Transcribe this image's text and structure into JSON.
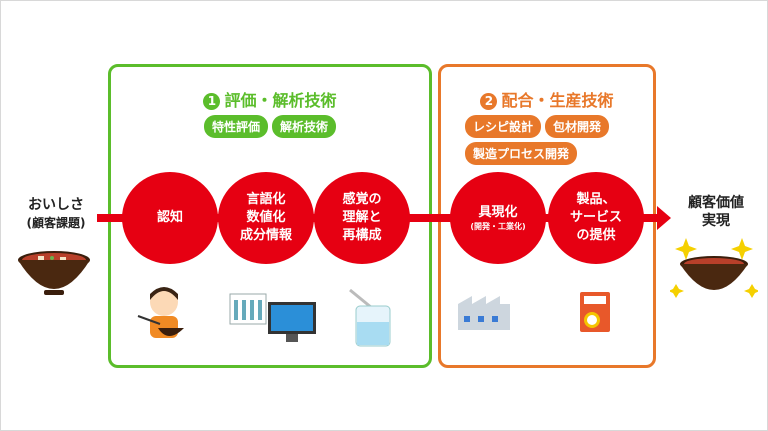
{
  "start": {
    "label": "おいしさ",
    "sub": "(顧客課題)"
  },
  "end": {
    "line1": "顧客価値",
    "line2": "実現"
  },
  "section1": {
    "number": "1",
    "title": "評価・解析技術",
    "tags": [
      "特性評価",
      "解析技術"
    ]
  },
  "section2": {
    "number": "2",
    "title": "配合・生産技術",
    "tags": [
      "レシピ設計",
      "包材開発",
      "製造プロセス開発"
    ]
  },
  "steps": [
    {
      "lines": [
        "認知"
      ]
    },
    {
      "lines": [
        "言語化",
        "数値化",
        "成分情報"
      ]
    },
    {
      "lines": [
        "感覚の",
        "理解と",
        "再構成"
      ]
    },
    {
      "lines": [
        "具現化"
      ],
      "sub": "(開発・工業化)"
    },
    {
      "lines": [
        "製品、",
        "サービス",
        "の提供"
      ]
    }
  ],
  "colors": {
    "green": "#5bbd2b",
    "orange": "#e8782a",
    "red": "#e60012"
  }
}
